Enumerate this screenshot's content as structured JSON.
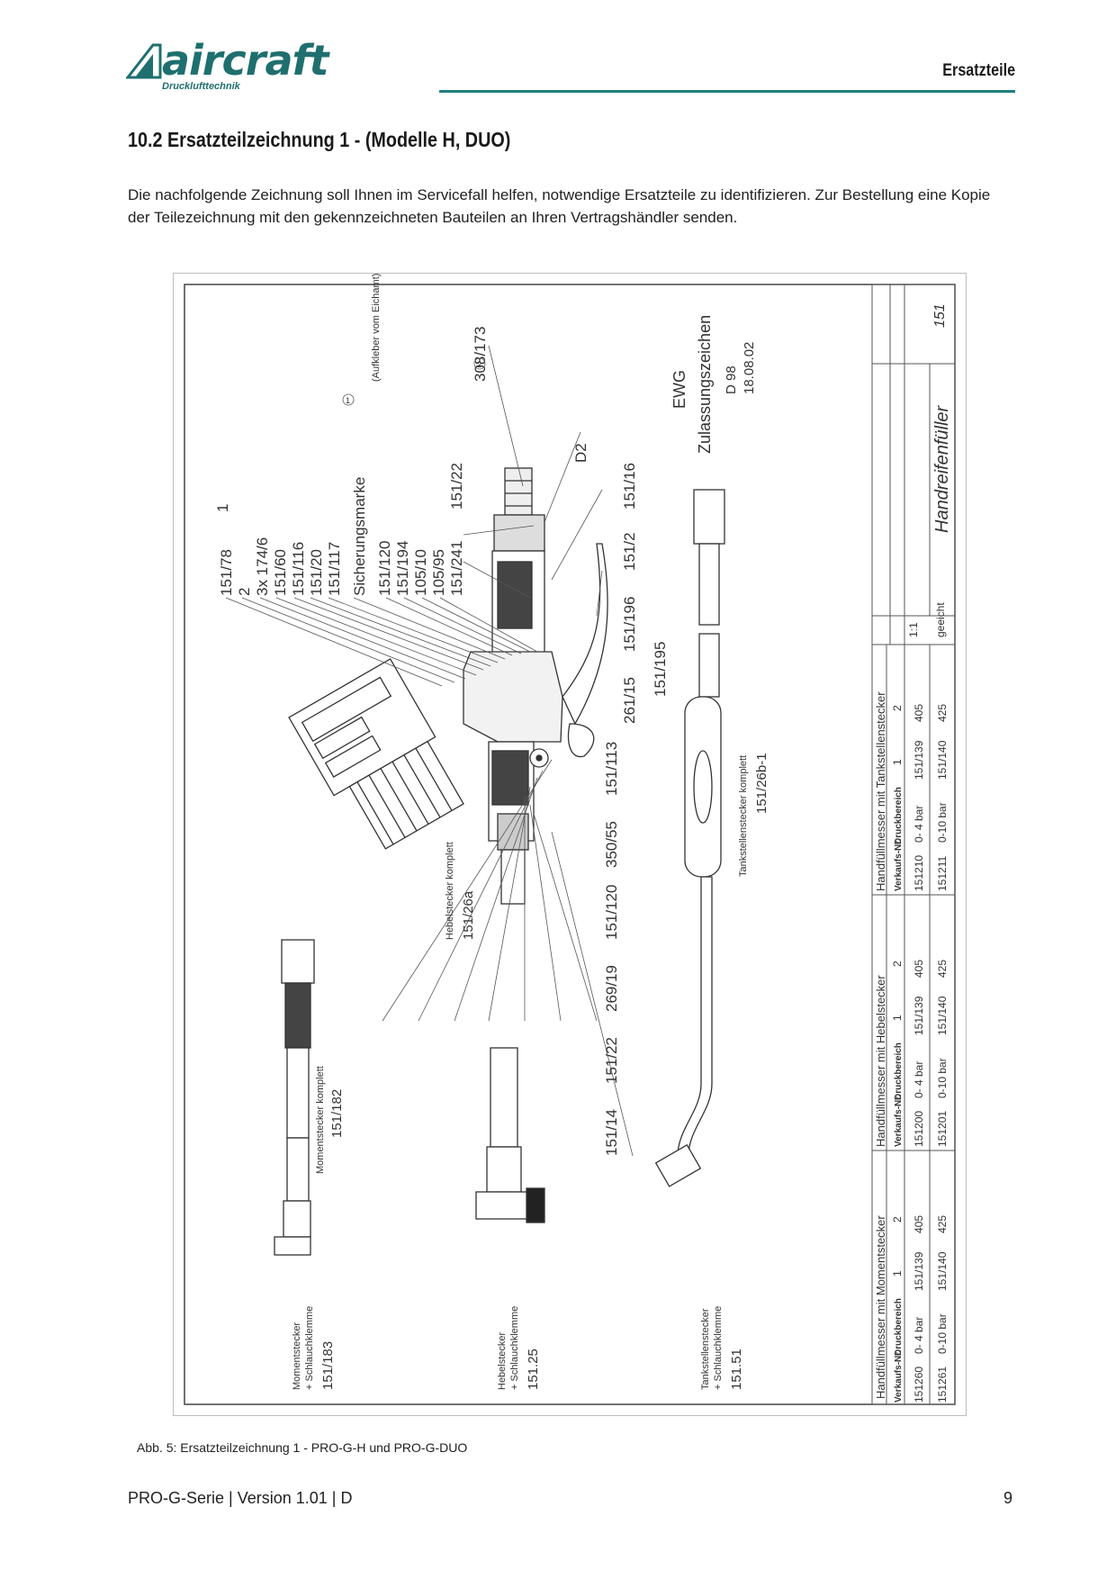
{
  "header": {
    "logo_word": "aircraft",
    "logo_sub": "Drucklufttechnik",
    "section": "Ersatzteile"
  },
  "heading": "10.2 Ersatzteilzeichnung 1 - (Modelle H, DUO)",
  "intro": "Die nachfolgende Zeichnung soll Ihnen im Servicefall helfen, notwendige Ersatzteile zu identifizieren. Zur Bestellung eine Kopie der Teilezeichnung mit den gekennzeichneten Bauteilen an Ihren Vertragshändler senden.",
  "drawing": {
    "labels_top": [
      "151/78",
      "2",
      "3x 174/6",
      "151/60",
      "151/116",
      "151/20",
      "151/117",
      "Sicherungsmarke",
      "151/120",
      "151/194",
      "105/10",
      "105/95",
      "151/241",
      "151/22"
    ],
    "label_1": "1",
    "circle_1": "1",
    "circle_2": "2",
    "sicherung_note": "(Aufkleber vom Eichamt)",
    "label_308": "308/173",
    "label_d2": "D2",
    "label_151_16": "151/16",
    "label_151_2": "151/2",
    "labels_lower": [
      "151/196",
      "151/195",
      "261/15",
      "151/113",
      "350/55",
      "151/120",
      "269/19",
      "151/22",
      "151/14"
    ],
    "ewg": "EWG",
    "zulassung": "Zulassungszeichen",
    "zul_d": "D 98",
    "zul_date": "18.08.02",
    "hebel_komplett": "Hebelstecker komplett",
    "hebel_komplett_nr": "151/26a",
    "moment_komplett": "Momentstecker komplett",
    "moment_komplett_nr": "151/182",
    "tank_komplett": "Tankstellenstecker komplett",
    "tank_komplett_nr": "151/26b-1",
    "moment_title": "Momentstecker",
    "moment_sub": "+ Schlauchklemme",
    "moment_nr": "151/183",
    "hebel_title": "Hebelstecker",
    "hebel_sub": "+ Schlauchklemme",
    "hebel_nr": "151.25",
    "tank_title": "Tankstellenstecker",
    "tank_sub": "+ Schlauchklemme",
    "tank_nr": "151.51",
    "titleblock_name": "Handreifenfüller",
    "titleblock_nr": "151",
    "titleblock_scale": "1:1",
    "titleblock_geeicht": "geeicht",
    "table": {
      "groups": [
        "Handfüllmesser mit Momentstecker",
        "Handfüllmesser mit Hebelstecker",
        "Handfüllmesser mit Tankstellenstecker"
      ],
      "col_verkauf": "Verkaufs-Nr.",
      "col_druck": "Druckbereich",
      "col_1": "1",
      "col_2": "2",
      "rows": [
        [
          [
            "151260",
            "0- 4 bar",
            "151/139",
            "405"
          ],
          [
            "151261",
            "0-10 bar",
            "151/140",
            "425"
          ]
        ],
        [
          [
            "151200",
            "0- 4 bar",
            "151/139",
            "405"
          ],
          [
            "151201",
            "0-10 bar",
            "151/140",
            "425"
          ]
        ],
        [
          [
            "151210",
            "0- 4 bar",
            "151/139",
            "405"
          ],
          [
            "151211",
            "0-10 bar",
            "151/140",
            "425"
          ]
        ]
      ]
    }
  },
  "caption": "Abb. 5: Ersatzteilzeichnung 1 - PRO-G-H und PRO-G-DUO",
  "footer": {
    "left": "PRO-G-Serie | Version 1.01 | D",
    "page": "9"
  }
}
